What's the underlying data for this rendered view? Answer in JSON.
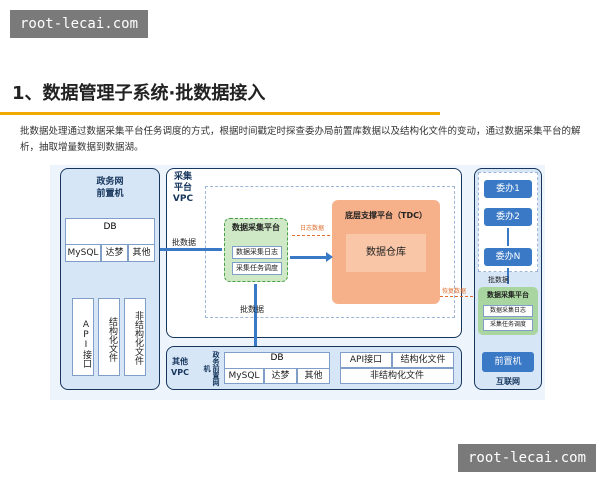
{
  "watermark_top": "root-lecai.com",
  "watermark_bottom": "root-lecai.com",
  "title": "1、数据管理子系统·批数据接入",
  "description": "批数据处理通过数据采集平台任务调度的方式，根据时间戳定时探查委办局前置库数据以及结构化文件的变动，通过数据采集平台的解析，抽取增量数据到数据湖。",
  "left_panel": {
    "title": "政务网\n前置机",
    "db_label": "DB",
    "db_items": [
      "MySQL",
      "达梦",
      "其他"
    ],
    "api_label": "API接口",
    "struct_label": "结构化文件",
    "unstruct_label": "非结构化文件"
  },
  "collect_vpc": "采集\n平台\nVPC",
  "collect_platform": {
    "title": "数据采集平台",
    "log": "数据采集日志",
    "sched": "采集任务调度"
  },
  "tdc": {
    "title": "底层支撑平台（TDC）",
    "warehouse": "数据仓库"
  },
  "log_data": "日志数据",
  "batch_labels": [
    "批数据",
    "批数据",
    "批数据"
  ],
  "recovered_data": "恢复数据",
  "right_panel": {
    "items": [
      "委办1",
      "委办2",
      "委办N"
    ],
    "collect_title": "数据采集平台",
    "log": "数据采集日志",
    "sched": "采集任务调度",
    "front": "前置机",
    "net": "互联网"
  },
  "bottom_panel": {
    "vpc": "其他\nVPC",
    "front": "政务前置网机",
    "db_label": "DB",
    "db_items": [
      "MySQL",
      "达梦",
      "其他"
    ],
    "api": "API接口",
    "struct": "结构化文件",
    "unstruct": "非结构化文件"
  },
  "colors": {
    "accent": "#f2a900",
    "navy": "#16365c",
    "arrow": "#3a79c5",
    "green": "#a9d6a0",
    "orange": "#f6b08a"
  }
}
